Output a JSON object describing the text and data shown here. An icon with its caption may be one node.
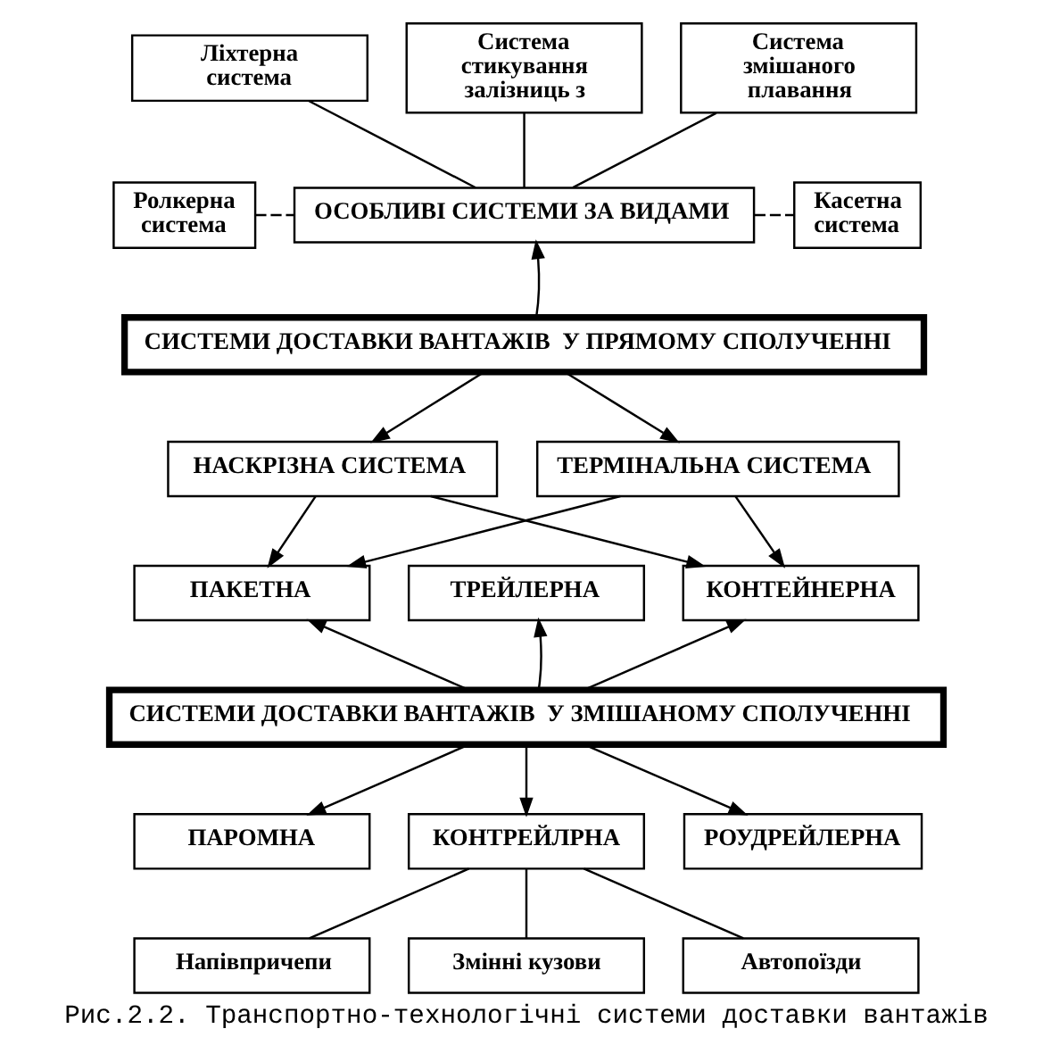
{
  "diagram": {
    "caption": "Рис.2.2. Транспортно-технологічні системи доставки вантажів",
    "nodes": [
      {
        "text": [
          "Ліхтерна система"
        ]
      },
      {
        "text": [
          "Система стикування залізниць з"
        ]
      },
      {
        "text": [
          "Система змішаного плавання"
        ]
      },
      {
        "text": [
          "Ролкерна система"
        ]
      },
      {
        "text": [
          "ОСОБЛИВІ СИСТЕМИ ЗА ВИДАМИ"
        ]
      },
      {
        "text": [
          "Касетна система"
        ]
      },
      {
        "text": [
          "СИСТЕМИ ДОСТАВКИ ВАНТАЖІВ  У ПРЯМОМУ СПОЛУЧЕННІ"
        ]
      },
      {
        "text": [
          "НАСКРІЗНА СИСТЕМА"
        ]
      },
      {
        "text": [
          "ТЕРМІНАЛЬНА СИСТЕМА"
        ]
      },
      {
        "text": [
          "ПАКЕТНА"
        ]
      },
      {
        "text": [
          "ТРЕЙЛЕРНА"
        ]
      },
      {
        "text": [
          "КОНТЕЙНЕРНА"
        ]
      },
      {
        "text": [
          "СИСТЕМИ ДОСТАВКИ ВАНТАЖІВ  У ЗМІШАНОМУ СПОЛУЧЕННІ"
        ]
      },
      {
        "text": [
          "ПАРОМНА"
        ]
      },
      {
        "text": [
          "КОНТРЕЙЛРНА"
        ]
      },
      {
        "text": [
          "РОУДРЕЙЛЕРНА"
        ]
      },
      {
        "text": [
          "Напівпричепи"
        ]
      },
      {
        "text": [
          "Змінні кузови"
        ]
      },
      {
        "text": [
          "Автопоїзди"
        ]
      }
    ],
    "edges": [
      {
        "from": 0,
        "to": 4,
        "arrow": "none"
      },
      {
        "from": 1,
        "to": 4,
        "arrow": "none"
      },
      {
        "from": 2,
        "to": 4,
        "arrow": "none"
      },
      {
        "from": 3,
        "to": 4,
        "arrow": "none",
        "style": "dashed"
      },
      {
        "from": 4,
        "to": 5,
        "arrow": "none",
        "style": "dashed"
      },
      {
        "from": 6,
        "to": 4,
        "arrow": "to"
      },
      {
        "from": 6,
        "to": 7,
        "arrow": "to"
      },
      {
        "from": 6,
        "to": 8,
        "arrow": "to"
      },
      {
        "from": 7,
        "to": 9,
        "arrow": "to"
      },
      {
        "from": 7,
        "to": 11,
        "arrow": "to"
      },
      {
        "from": 8,
        "to": 9,
        "arrow": "to"
      },
      {
        "from": 8,
        "to": 11,
        "arrow": "to"
      },
      {
        "from": 12,
        "to": 9,
        "arrow": "to"
      },
      {
        "from": 12,
        "to": 10,
        "arrow": "to"
      },
      {
        "from": 12,
        "to": 11,
        "arrow": "to"
      },
      {
        "from": 12,
        "to": 13,
        "arrow": "to"
      },
      {
        "from": 12,
        "to": 14,
        "arrow": "to"
      },
      {
        "from": 12,
        "to": 15,
        "arrow": "to"
      },
      {
        "from": 14,
        "to": 16,
        "arrow": "none"
      },
      {
        "from": 14,
        "to": 17,
        "arrow": "none"
      },
      {
        "from": 14,
        "to": 18,
        "arrow": "none"
      }
    ]
  }
}
